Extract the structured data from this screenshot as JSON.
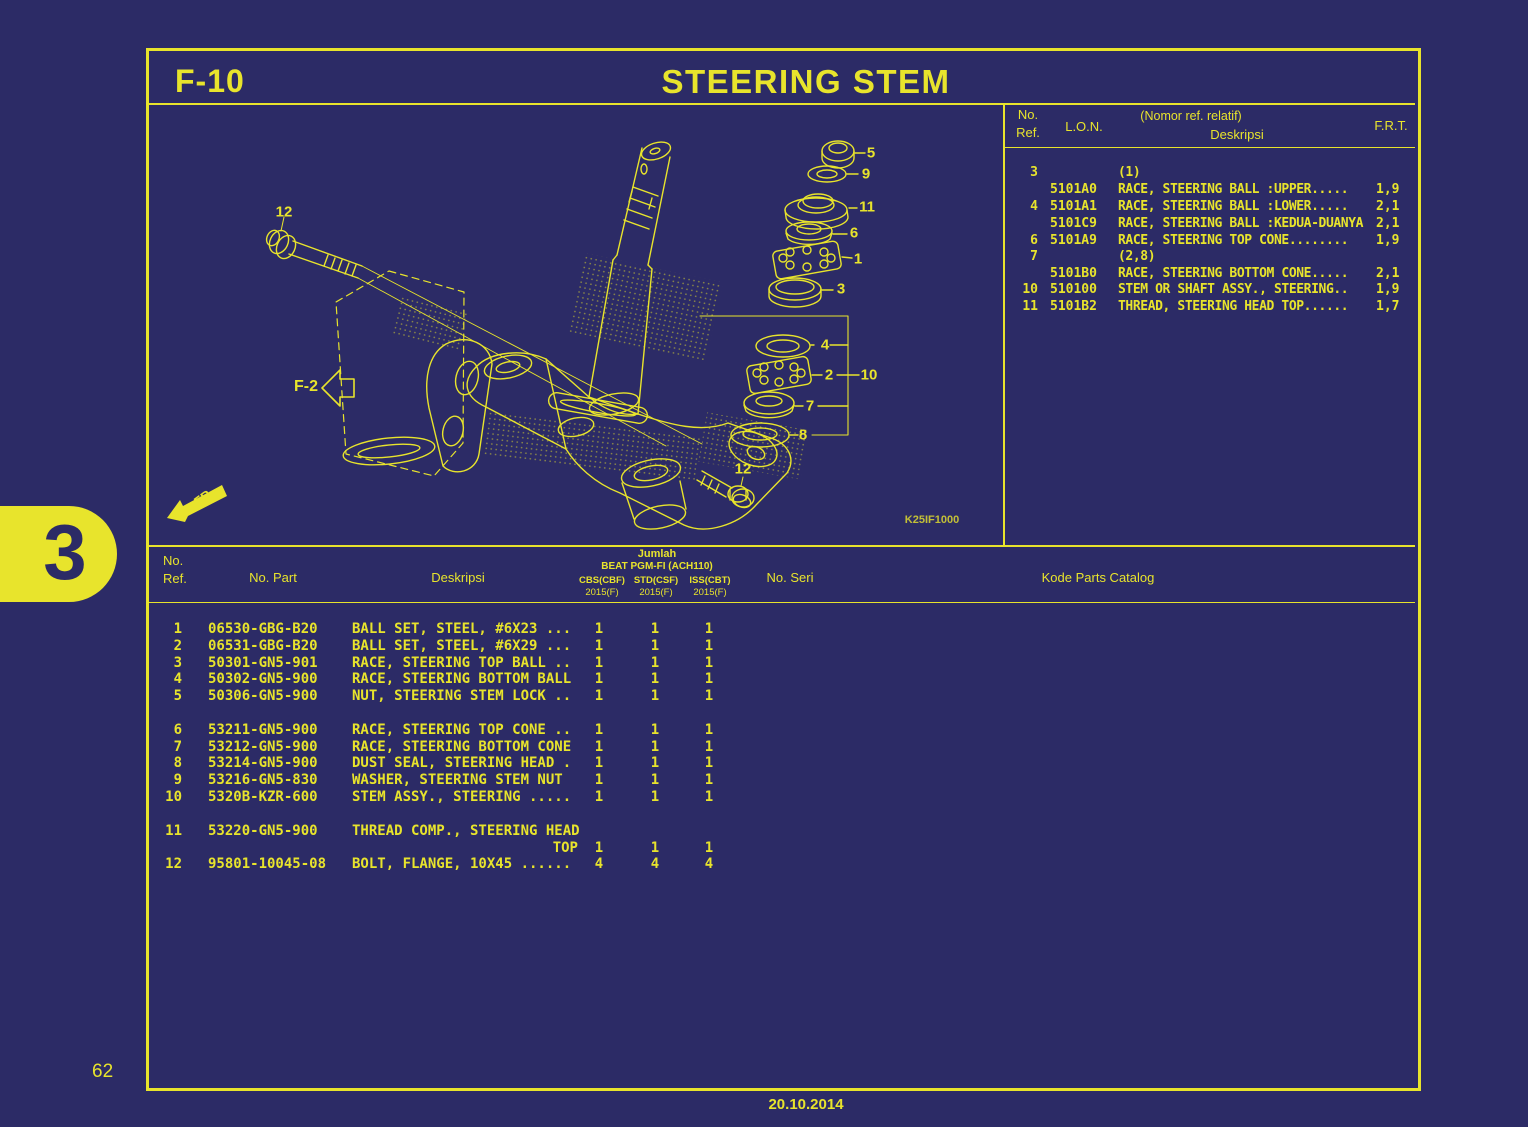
{
  "page": {
    "section": "F-10",
    "title": "STEERING STEM",
    "page_number": "62",
    "date": "20.10.2014",
    "tab_number": "3",
    "drawing_code": "K25IF1000"
  },
  "colors": {
    "background": "#2c2b66",
    "accent": "#e8e42c"
  },
  "ref_table": {
    "header": {
      "no_line1": "No.",
      "no_line2": "Ref.",
      "lon": "L.O.N.",
      "desc_note": "(Nomor ref. relatif)",
      "desc": "Deskripsi",
      "frt": "F.R.T."
    },
    "rows": [
      {
        "ref": "3",
        "lon": "",
        "desc": "(1)",
        "frt": ""
      },
      {
        "ref": "",
        "lon": "5101A0",
        "desc": "RACE, STEERING BALL :UPPER.....",
        "frt": "1,9"
      },
      {
        "ref": "4",
        "lon": "5101A1",
        "desc": "RACE, STEERING BALL :LOWER.....",
        "frt": "2,1"
      },
      {
        "ref": "",
        "lon": "5101C9",
        "desc": "RACE, STEERING BALL :KEDUA-DUANYA",
        "frt": "2,1"
      },
      {
        "ref": "6",
        "lon": "5101A9",
        "desc": "RACE, STEERING TOP CONE........",
        "frt": "1,9"
      },
      {
        "ref": "7",
        "lon": "",
        "desc": "(2,8)",
        "frt": ""
      },
      {
        "ref": "",
        "lon": "5101B0",
        "desc": "RACE, STEERING BOTTOM CONE.....",
        "frt": "2,1"
      },
      {
        "ref": "10",
        "lon": "510100",
        "desc": "STEM OR SHAFT ASSY., STEERING..",
        "frt": "1,9"
      },
      {
        "ref": "11",
        "lon": "5101B2",
        "desc": "THREAD, STEERING HEAD TOP......",
        "frt": "1,7"
      }
    ]
  },
  "parts_table": {
    "header": {
      "no_line1": "No.",
      "no_line2": "Ref.",
      "no_part": "No. Part",
      "desc": "Deskripsi",
      "jumlah": "Jumlah",
      "model": "BEAT PGM-FI (ACH110)",
      "variant1": "CBS(CBF)",
      "variant2": "STD(CSF)",
      "variant3": "ISS(CBT)",
      "year": "2015(F)",
      "no_seri": "No. Seri",
      "kode": "Kode Parts Catalog"
    },
    "rows": [
      {
        "ref": "1",
        "part": "06530-GBG-B20",
        "desc": "BALL SET, STEEL, #6X23 ...",
        "q1": "1",
        "q2": "1",
        "q3": "1"
      },
      {
        "ref": "2",
        "part": "06531-GBG-B20",
        "desc": "BALL SET, STEEL, #6X29 ...",
        "q1": "1",
        "q2": "1",
        "q3": "1"
      },
      {
        "ref": "3",
        "part": "50301-GN5-901",
        "desc": "RACE, STEERING TOP BALL ..",
        "q1": "1",
        "q2": "1",
        "q3": "1"
      },
      {
        "ref": "4",
        "part": "50302-GN5-900",
        "desc": "RACE, STEERING BOTTOM BALL",
        "q1": "1",
        "q2": "1",
        "q3": "1"
      },
      {
        "ref": "5",
        "part": "50306-GN5-900",
        "desc": "NUT, STEERING STEM LOCK ..",
        "q1": "1",
        "q2": "1",
        "q3": "1"
      },
      {
        "ref": "6",
        "part": "53211-GN5-900",
        "desc": "RACE, STEERING TOP CONE ..",
        "q1": "1",
        "q2": "1",
        "q3": "1"
      },
      {
        "ref": "7",
        "part": "53212-GN5-900",
        "desc": "RACE, STEERING BOTTOM CONE",
        "q1": "1",
        "q2": "1",
        "q3": "1"
      },
      {
        "ref": "8",
        "part": "53214-GN5-900",
        "desc": "DUST SEAL, STEERING HEAD .",
        "q1": "1",
        "q2": "1",
        "q3": "1"
      },
      {
        "ref": "9",
        "part": "53216-GN5-830",
        "desc": "WASHER, STEERING STEM NUT",
        "q1": "1",
        "q2": "1",
        "q3": "1"
      },
      {
        "ref": "10",
        "part": "5320B-KZR-600",
        "desc": "STEM ASSY., STEERING .....",
        "q1": "1",
        "q2": "1",
        "q3": "1"
      },
      {
        "ref": "11",
        "part": "53220-GN5-900",
        "desc": "THREAD COMP., STEERING HEAD",
        "desc2": "TOP",
        "q1": "1",
        "q2": "1",
        "q3": "1"
      },
      {
        "ref": "12",
        "part": "95801-10045-08",
        "desc": "BOLT, FLANGE, 10X45 ......",
        "q1": "4",
        "q2": "4",
        "q3": "4"
      }
    ]
  },
  "diagram": {
    "callouts": {
      "c5": "5",
      "c9": "9",
      "c11": "11",
      "c6": "6",
      "c1": "1",
      "c3": "3",
      "c12a": "12",
      "c4": "4",
      "c2": "2",
      "c10": "10",
      "c7": "7",
      "c8": "8",
      "c12b": "12"
    },
    "f2_label": "F-2",
    "fr_label": "FR."
  }
}
